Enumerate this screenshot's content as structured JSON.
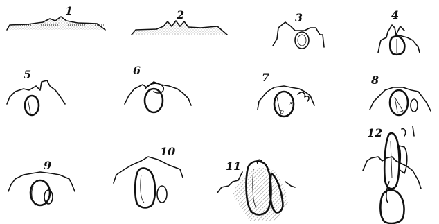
{
  "figures": [
    {
      "label": "1"
    },
    {
      "label": "2"
    },
    {
      "label": "3"
    },
    {
      "label": "4"
    },
    {
      "label": "5"
    },
    {
      "label": "6"
    },
    {
      "label": "7"
    },
    {
      "label": "8"
    },
    {
      "label": "9"
    },
    {
      "label": "10"
    },
    {
      "label": "11"
    },
    {
      "label": "12"
    }
  ],
  "annotations": {
    "fig7_s": "s",
    "fig7_p": "p"
  }
}
